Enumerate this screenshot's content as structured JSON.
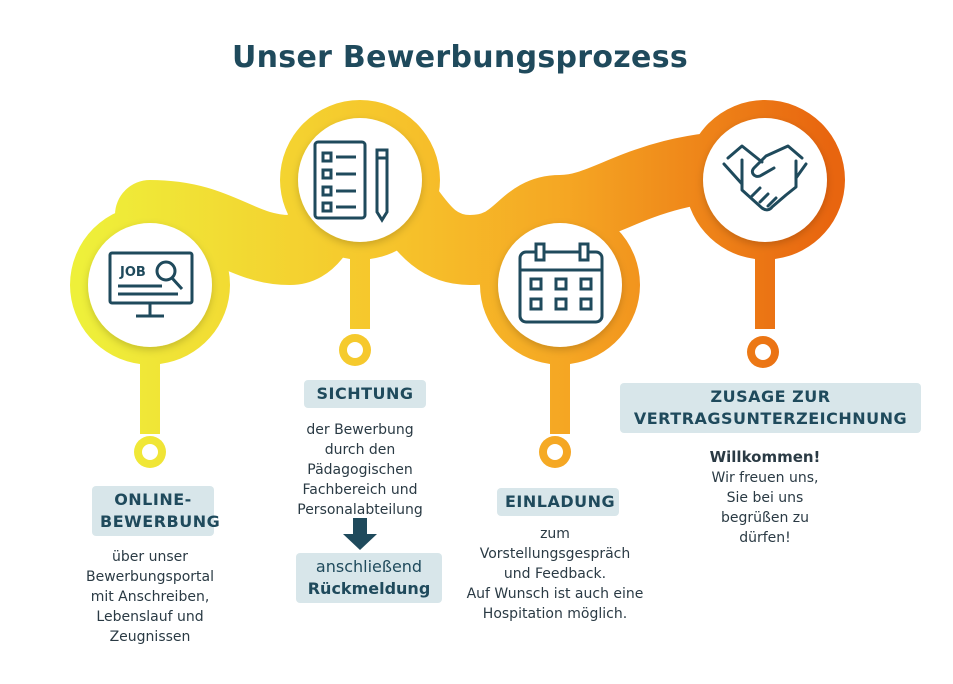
{
  "title": "Unser Bewerbungsprozess",
  "steps": [
    {
      "label": "ONLINE-\nBEWERBUNG",
      "icon": "job-search-monitor-icon",
      "description": "über unser\nBewerbungsportal\nmit Anschreiben,\nLebenslauf und\nZeugnissen"
    },
    {
      "label": "SICHTUNG",
      "icon": "checklist-pencil-icon",
      "description": "der Bewerbung\ndurch den\nPädagogischen\nFachbereich und\nPersonalabteilung",
      "followup": "anschließend\nRückmeldung"
    },
    {
      "label": "EINLADUNG",
      "icon": "calendar-icon",
      "description": "zum\nVorstellungsgespräch\nund Feedback.\nAuf Wunsch ist auch eine\nHospitation möglich."
    },
    {
      "label": "ZUSAGE ZUR\nVERTRAGSUNTERZEICHNUNG",
      "icon": "handshake-icon",
      "headline": "Willkommen!",
      "description": "Wir freuen uns,\nSie bei uns\nbegrüßen zu\ndürfen!"
    }
  ],
  "colors": {
    "title": "#1f4a5c",
    "icon": "#1f4a5c",
    "label_bg": "#d8e6ea",
    "gradient_start": "#eef03a",
    "gradient_mid": "#f5b82a",
    "gradient_end": "#e8650f"
  }
}
